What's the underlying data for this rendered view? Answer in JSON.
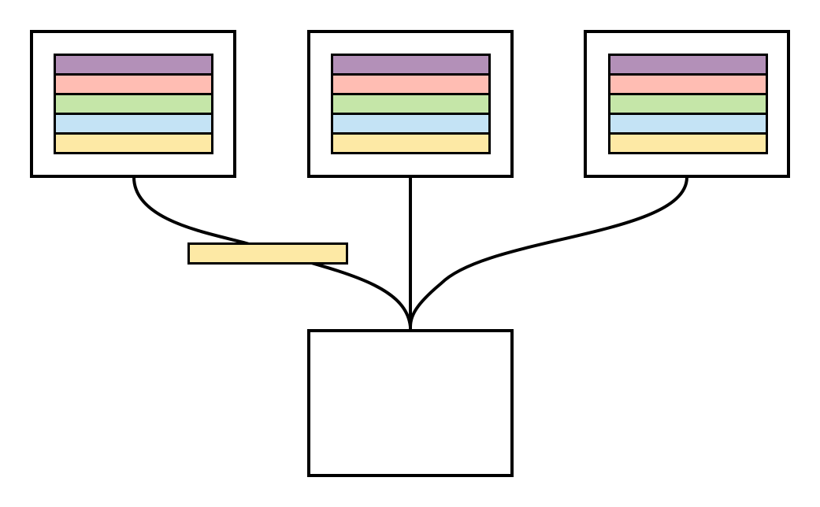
{
  "colors": {
    "stroke": "#000000",
    "background": "#ffffff",
    "band_purple": "#b390b8",
    "band_pink": "#ffbdb3",
    "band_green": "#c5e6a8",
    "band_blue": "#c4e3f5",
    "band_yellow": "#fde9a5"
  },
  "diagram": {
    "source_nodes": [
      {
        "id": "left",
        "bands": [
          "band_purple",
          "band_pink",
          "band_green",
          "band_blue",
          "band_yellow"
        ]
      },
      {
        "id": "center",
        "bands": [
          "band_purple",
          "band_pink",
          "band_green",
          "band_blue",
          "band_yellow"
        ]
      },
      {
        "id": "right",
        "bands": [
          "band_purple",
          "band_pink",
          "band_green",
          "band_blue",
          "band_yellow"
        ]
      }
    ],
    "in_transit_band": "band_yellow",
    "target_node": {
      "id": "target"
    },
    "edges": [
      {
        "from": "left",
        "to": "target"
      },
      {
        "from": "center",
        "to": "target"
      },
      {
        "from": "right",
        "to": "target"
      }
    ]
  }
}
